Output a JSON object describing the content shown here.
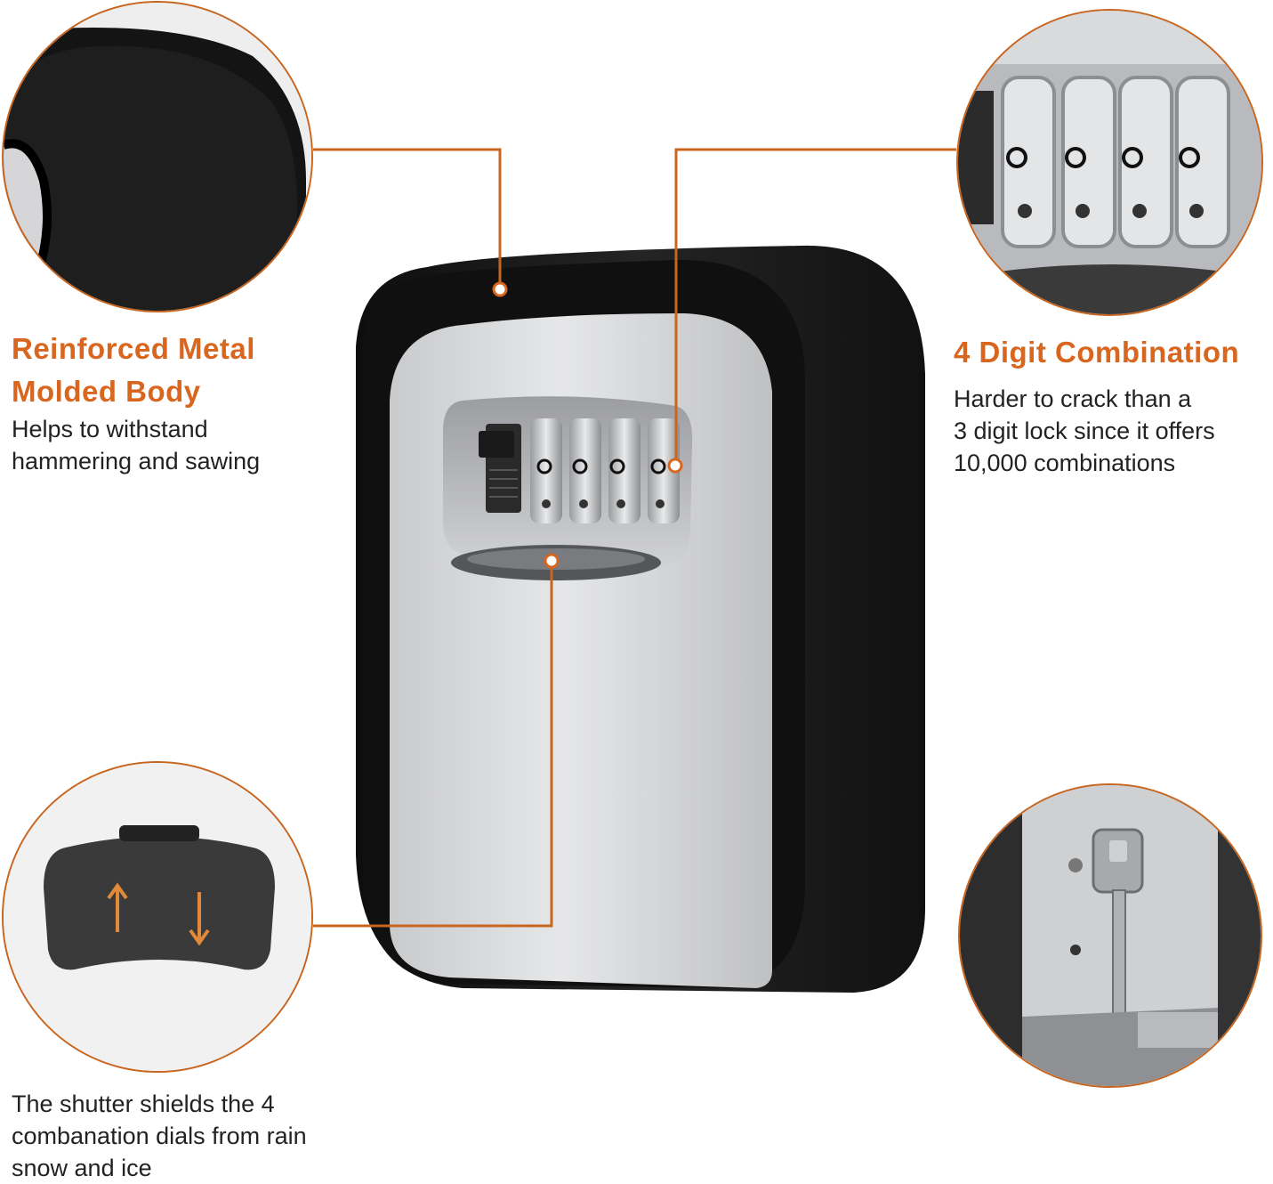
{
  "colors": {
    "accent": "#d9661f",
    "leader_line": "#c8651f",
    "body_black": "#1a1a1a",
    "panel_silver": "#d9dadc"
  },
  "features": {
    "body": {
      "title_line1": "Reinforced Metal",
      "title_line2": "Molded Body",
      "desc_line1": "Helps to withstand",
      "desc_line2": "hammering and sawing"
    },
    "combination": {
      "title": "4 Digit Combination",
      "desc_line1": "Harder to crack than a",
      "desc_line2": "3 digit lock since it offers",
      "desc_line3": "10,000 combinations"
    },
    "shutter": {
      "desc_line1": "The shutter shields the 4",
      "desc_line2": "combanation dials from rain",
      "desc_line3": "snow and ice"
    }
  },
  "icons": [
    "up-arrow-icon",
    "down-arrow-icon"
  ]
}
